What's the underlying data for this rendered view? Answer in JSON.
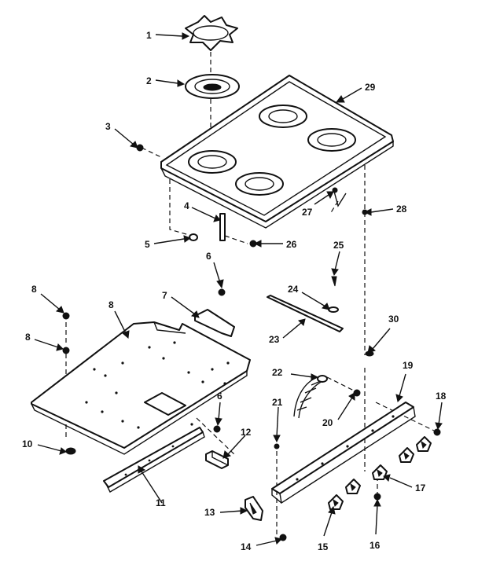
{
  "callouts": [
    {
      "id": "1",
      "text": "1"
    },
    {
      "id": "2",
      "text": "2"
    },
    {
      "id": "3",
      "text": "3"
    },
    {
      "id": "4",
      "text": "4"
    },
    {
      "id": "5",
      "text": "5"
    },
    {
      "id": "26",
      "text": "26"
    },
    {
      "id": "29",
      "text": "29"
    },
    {
      "id": "27",
      "text": "27"
    },
    {
      "id": "28",
      "text": "28"
    },
    {
      "id": "6a",
      "text": "6"
    },
    {
      "id": "25",
      "text": "25"
    },
    {
      "id": "8a",
      "text": "8"
    },
    {
      "id": "7",
      "text": "7"
    },
    {
      "id": "8b",
      "text": "8"
    },
    {
      "id": "8c",
      "text": "8"
    },
    {
      "id": "24",
      "text": "24"
    },
    {
      "id": "23",
      "text": "23"
    },
    {
      "id": "30",
      "text": "30"
    },
    {
      "id": "22",
      "text": "22"
    },
    {
      "id": "19",
      "text": "19"
    },
    {
      "id": "18",
      "text": "18"
    },
    {
      "id": "21",
      "text": "21"
    },
    {
      "id": "20",
      "text": "20"
    },
    {
      "id": "6b",
      "text": "6"
    },
    {
      "id": "12",
      "text": "12"
    },
    {
      "id": "10",
      "text": "10"
    },
    {
      "id": "17",
      "text": "17"
    },
    {
      "id": "11",
      "text": "11"
    },
    {
      "id": "13",
      "text": "13"
    },
    {
      "id": "14",
      "text": "14"
    },
    {
      "id": "15",
      "text": "15"
    },
    {
      "id": "16",
      "text": "16"
    }
  ]
}
